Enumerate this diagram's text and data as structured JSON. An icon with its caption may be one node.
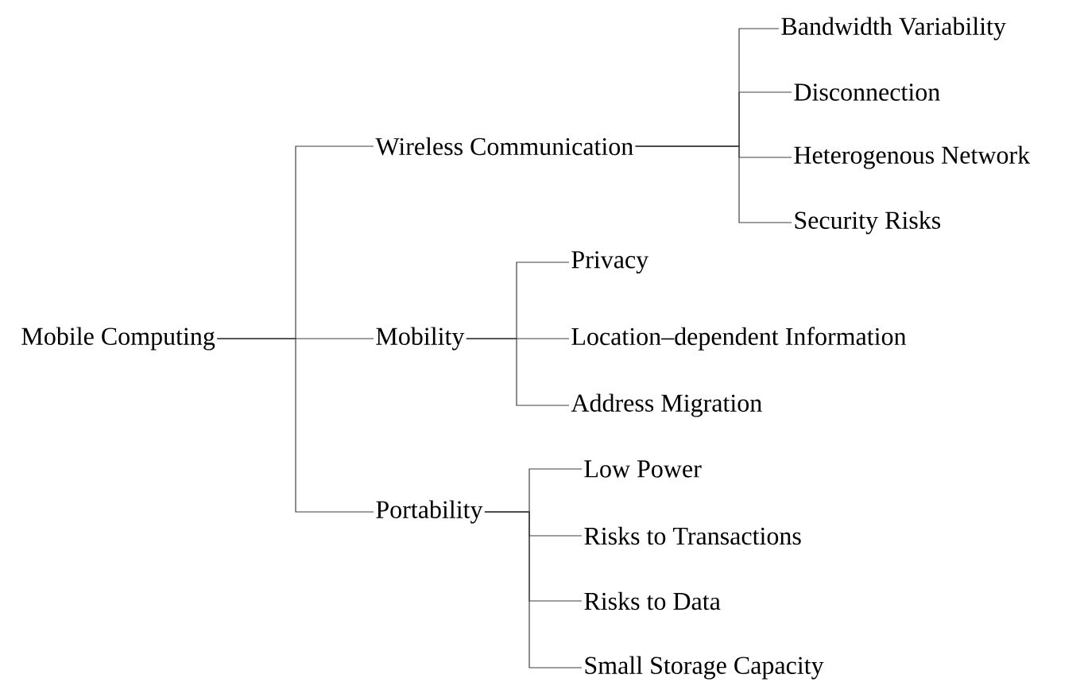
{
  "diagram": {
    "nodes": [
      {
        "text": [
          "Mobile Computing"
        ]
      },
      {
        "text": [
          "Wireless Communication"
        ]
      },
      {
        "text": [
          "Mobility"
        ]
      },
      {
        "text": [
          "Portability"
        ]
      },
      {
        "text": [
          "Bandwidth Variability"
        ]
      },
      {
        "text": [
          "Disconnection"
        ]
      },
      {
        "text": [
          "Heterogenous Network"
        ]
      },
      {
        "text": [
          "Security Risks"
        ]
      },
      {
        "text": [
          "Privacy"
        ]
      },
      {
        "text": [
          "Location–dependent Information"
        ]
      },
      {
        "text": [
          "Address Migration"
        ]
      },
      {
        "text": [
          "Low Power"
        ]
      },
      {
        "text": [
          "Risks to Transactions"
        ]
      },
      {
        "text": [
          "Risks to Data"
        ]
      },
      {
        "text": [
          "Small Storage Capacity"
        ]
      }
    ],
    "edges": [
      {
        "from": 0,
        "to": 1,
        "arrow": "none"
      },
      {
        "from": 0,
        "to": 2,
        "arrow": "none"
      },
      {
        "from": 0,
        "to": 3,
        "arrow": "none"
      },
      {
        "from": 1,
        "to": 4,
        "arrow": "none"
      },
      {
        "from": 1,
        "to": 5,
        "arrow": "none"
      },
      {
        "from": 1,
        "to": 6,
        "arrow": "none"
      },
      {
        "from": 1,
        "to": 7,
        "arrow": "none"
      },
      {
        "from": 2,
        "to": 8,
        "arrow": "none"
      },
      {
        "from": 2,
        "to": 9,
        "arrow": "none"
      },
      {
        "from": 2,
        "to": 10,
        "arrow": "none"
      },
      {
        "from": 3,
        "to": 11,
        "arrow": "none"
      },
      {
        "from": 3,
        "to": 12,
        "arrow": "none"
      },
      {
        "from": 3,
        "to": 13,
        "arrow": "none"
      },
      {
        "from": 3,
        "to": 14,
        "arrow": "none"
      }
    ]
  }
}
